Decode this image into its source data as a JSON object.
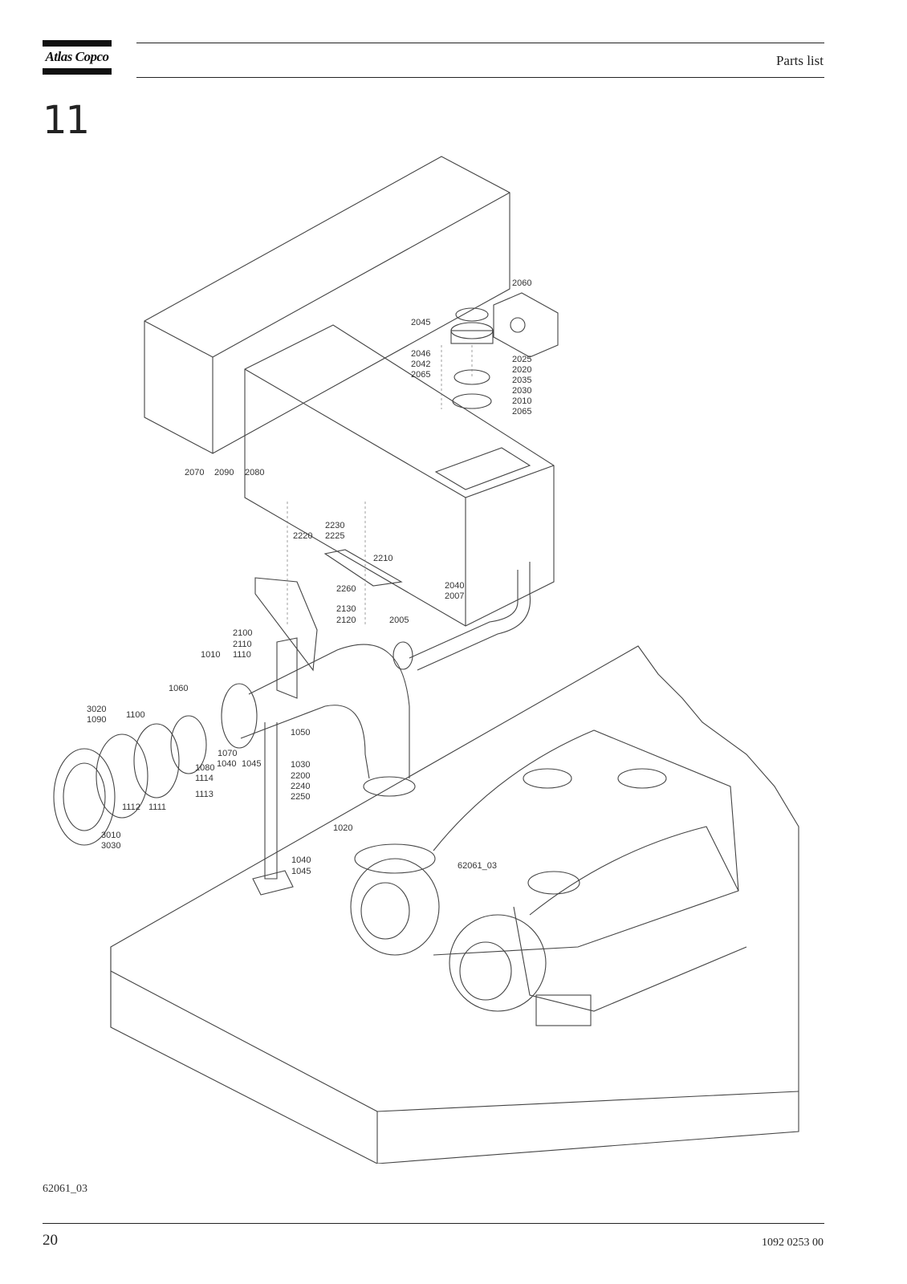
{
  "header": {
    "brand": "Atlas Copco",
    "section_title": "Parts list"
  },
  "chapter_number": "11",
  "drawing": {
    "watermark_code": "62061_03",
    "labels": [
      "2060",
      "2045",
      "2046",
      "2042",
      "2065",
      "2025",
      "2020",
      "2035",
      "2030",
      "2010",
      "2065",
      "2070",
      "2090",
      "2080",
      "2230",
      "2225",
      "2220",
      "2210",
      "2260",
      "2130",
      "2120",
      "2040",
      "2007",
      "2005",
      "2100",
      "2110",
      "1110",
      "1010",
      "1060",
      "3020",
      "1090",
      "1100",
      "1050",
      "1070",
      "1040",
      "1045",
      "1080",
      "1114",
      "1113",
      "1112",
      "1111",
      "1030",
      "2200",
      "2240",
      "2250",
      "3010",
      "3030",
      "1020",
      "1040",
      "1045"
    ]
  },
  "footer": {
    "figure_code": "62061_03",
    "page_number": "20",
    "document_number": "1092 0253 00"
  }
}
